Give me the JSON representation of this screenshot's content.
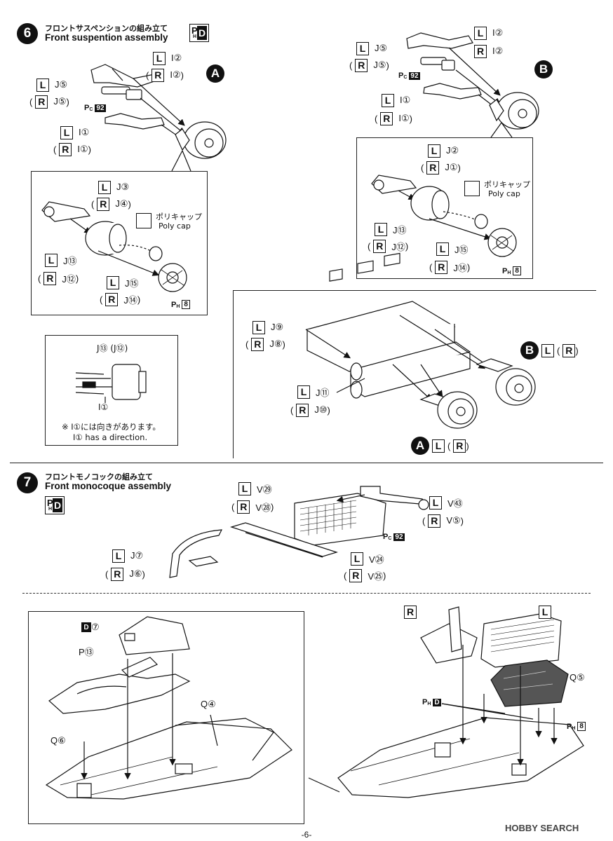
{
  "step6": {
    "number": "6",
    "title_jp": "フロントサスペンションの組み立て",
    "title_en": "Front suspention assembly",
    "badge": {
      "p": "P",
      "h": "H",
      "d": "D"
    }
  },
  "step7": {
    "number": "7",
    "title_jp": "フロントモノコックの組み立て",
    "title_en": "Front monocoque assembly",
    "badge": {
      "p": "P",
      "h": "H",
      "d": "D"
    }
  },
  "markers": {
    "a": "A",
    "b": "B"
  },
  "common": {
    "L": "L",
    "R": "R",
    "open": "(",
    "close": ")"
  },
  "polycap": {
    "jp": "ポリキャップ",
    "en": "Poly cap"
  },
  "parts": {
    "I2": "I②",
    "J5": "J⑤",
    "I1": "I①",
    "J3": "J③",
    "J4": "J④",
    "J13": "J⑬",
    "J12": "J⑫",
    "J15": "J⑮",
    "J14": "J⑭",
    "J2": "J②",
    "J1": "J①",
    "J9": "J⑨",
    "J8": "J⑧",
    "J11": "J⑪",
    "J10": "J⑩",
    "V29": "V㉙",
    "V28": "V㉘",
    "V43": "V㊸",
    "V5": "V⑤",
    "J7": "J⑦",
    "J6": "J⑥",
    "V24": "V㉔",
    "V25": "V㉕",
    "D7": "⑦",
    "D7_box": "D",
    "P13": "P⑬",
    "Q4": "Q④",
    "Q6": "Q⑥",
    "Q5": "Q⑤"
  },
  "paint": {
    "pc": "P",
    "c": "C",
    "h": "H",
    "d": "D",
    "n92": "92",
    "n8": "8"
  },
  "detail": {
    "top": "J⑬ (J⑫)",
    "bottom": "I①",
    "note_jp": "※ I①には向きがあります。",
    "note_en": "I① has a direction."
  },
  "footer": {
    "page": "-6-"
  },
  "watermark": {
    "text": "HOBBY SEARCH"
  }
}
